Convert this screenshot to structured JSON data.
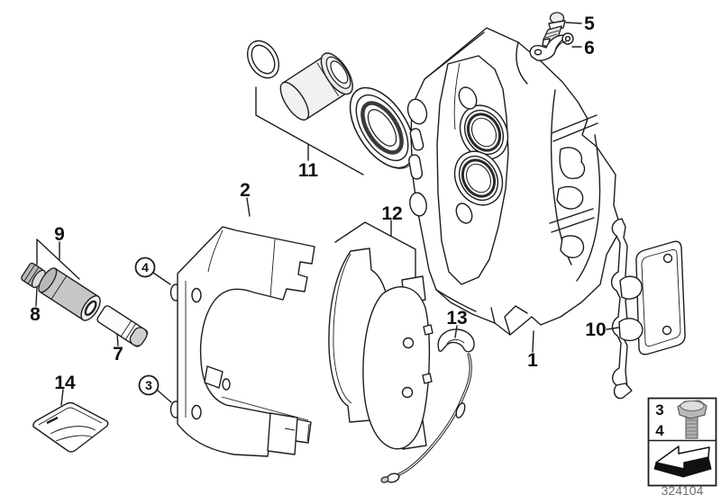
{
  "page": {
    "background": "#ffffff"
  },
  "colors": {
    "line": "#1d1d1b",
    "metal_light": "#ededed",
    "metal_mid": "#c6c6c6",
    "metal_dark": "#b0b0b0",
    "seal_dark": "#3a3a3a",
    "code_text": "#6e6e6e"
  },
  "callouts": [
    {
      "text": "1",
      "circled": false
    },
    {
      "text": "2",
      "circled": false
    },
    {
      "text": "3",
      "circled": true
    },
    {
      "text": "4",
      "circled": true
    },
    {
      "text": "5",
      "circled": false
    },
    {
      "text": "6",
      "circled": false
    },
    {
      "text": "7",
      "circled": false
    },
    {
      "text": "8",
      "circled": false
    },
    {
      "text": "9",
      "circled": false
    },
    {
      "text": "10",
      "circled": false
    },
    {
      "text": "11",
      "circled": false
    },
    {
      "text": "12",
      "circled": false
    },
    {
      "text": "13",
      "circled": false
    },
    {
      "text": "14",
      "circled": false
    }
  ],
  "legend": {
    "bolt_items": [
      {
        "text": "3"
      },
      {
        "text": "4"
      }
    ],
    "bolt_icon": "hex-bolt-icon",
    "arrow_icon": "direction-arrow-icon"
  },
  "footer": {
    "diagram_code": "324104"
  }
}
